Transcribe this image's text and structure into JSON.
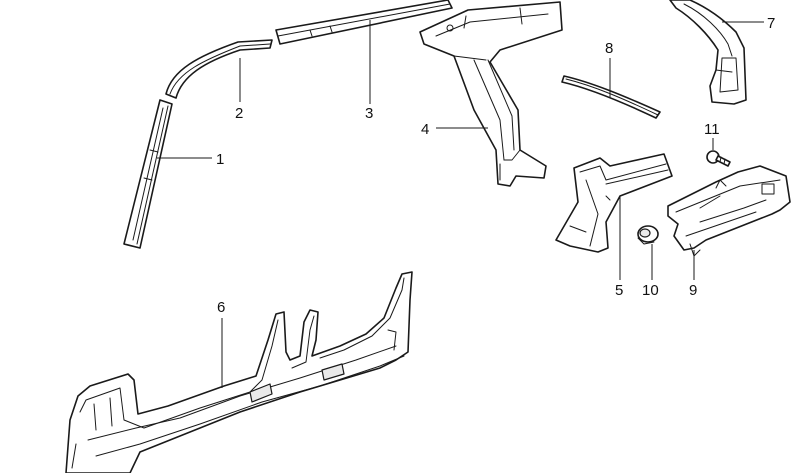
{
  "diagram": {
    "type": "exploded-parts-view",
    "parts": [
      {
        "id": "part-1",
        "label": "1"
      },
      {
        "id": "part-2",
        "label": "2"
      },
      {
        "id": "part-3",
        "label": "3"
      },
      {
        "id": "part-4",
        "label": "4"
      },
      {
        "id": "part-5",
        "label": "5"
      },
      {
        "id": "part-6",
        "label": "6"
      },
      {
        "id": "part-7",
        "label": "7"
      },
      {
        "id": "part-8",
        "label": "8"
      },
      {
        "id": "part-9",
        "label": "9"
      },
      {
        "id": "part-10",
        "label": "10"
      },
      {
        "id": "part-11",
        "label": "11"
      }
    ]
  }
}
